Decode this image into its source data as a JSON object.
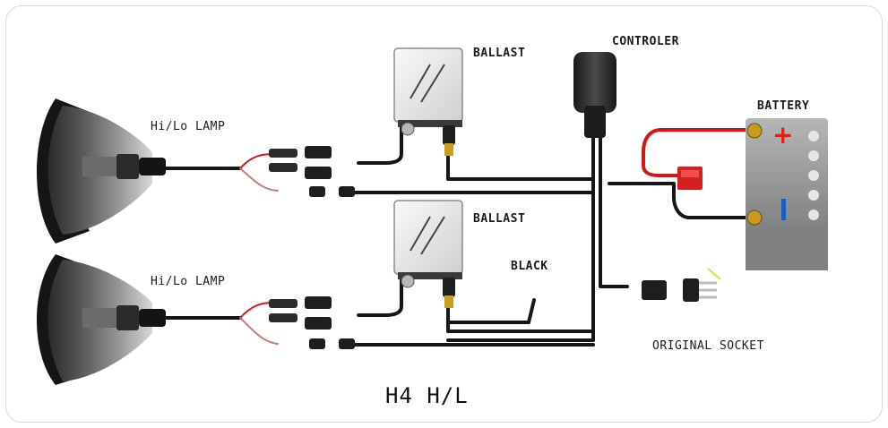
{
  "labels": {
    "lamp_top": "Hi/Lo LAMP",
    "lamp_bottom": "Hi/Lo LAMP",
    "ballast_top": "BALLAST",
    "ballast_bottom": "BALLAST",
    "controller": "CONTROLER",
    "battery": "BATTERY",
    "black": "BLACK",
    "original_socket": "ORIGINAL SOCKET",
    "title": "H4  H/L"
  },
  "battery_terminals": {
    "positive": "+",
    "negative": "-"
  },
  "colors": {
    "positive_wire": "#d01818",
    "fuse": "#d42020",
    "battery_positive_sign": "#e0201a",
    "battery_negative_sign": "#1a5fc0",
    "battery_body": "#8c8f8e",
    "wire": "#161616"
  }
}
